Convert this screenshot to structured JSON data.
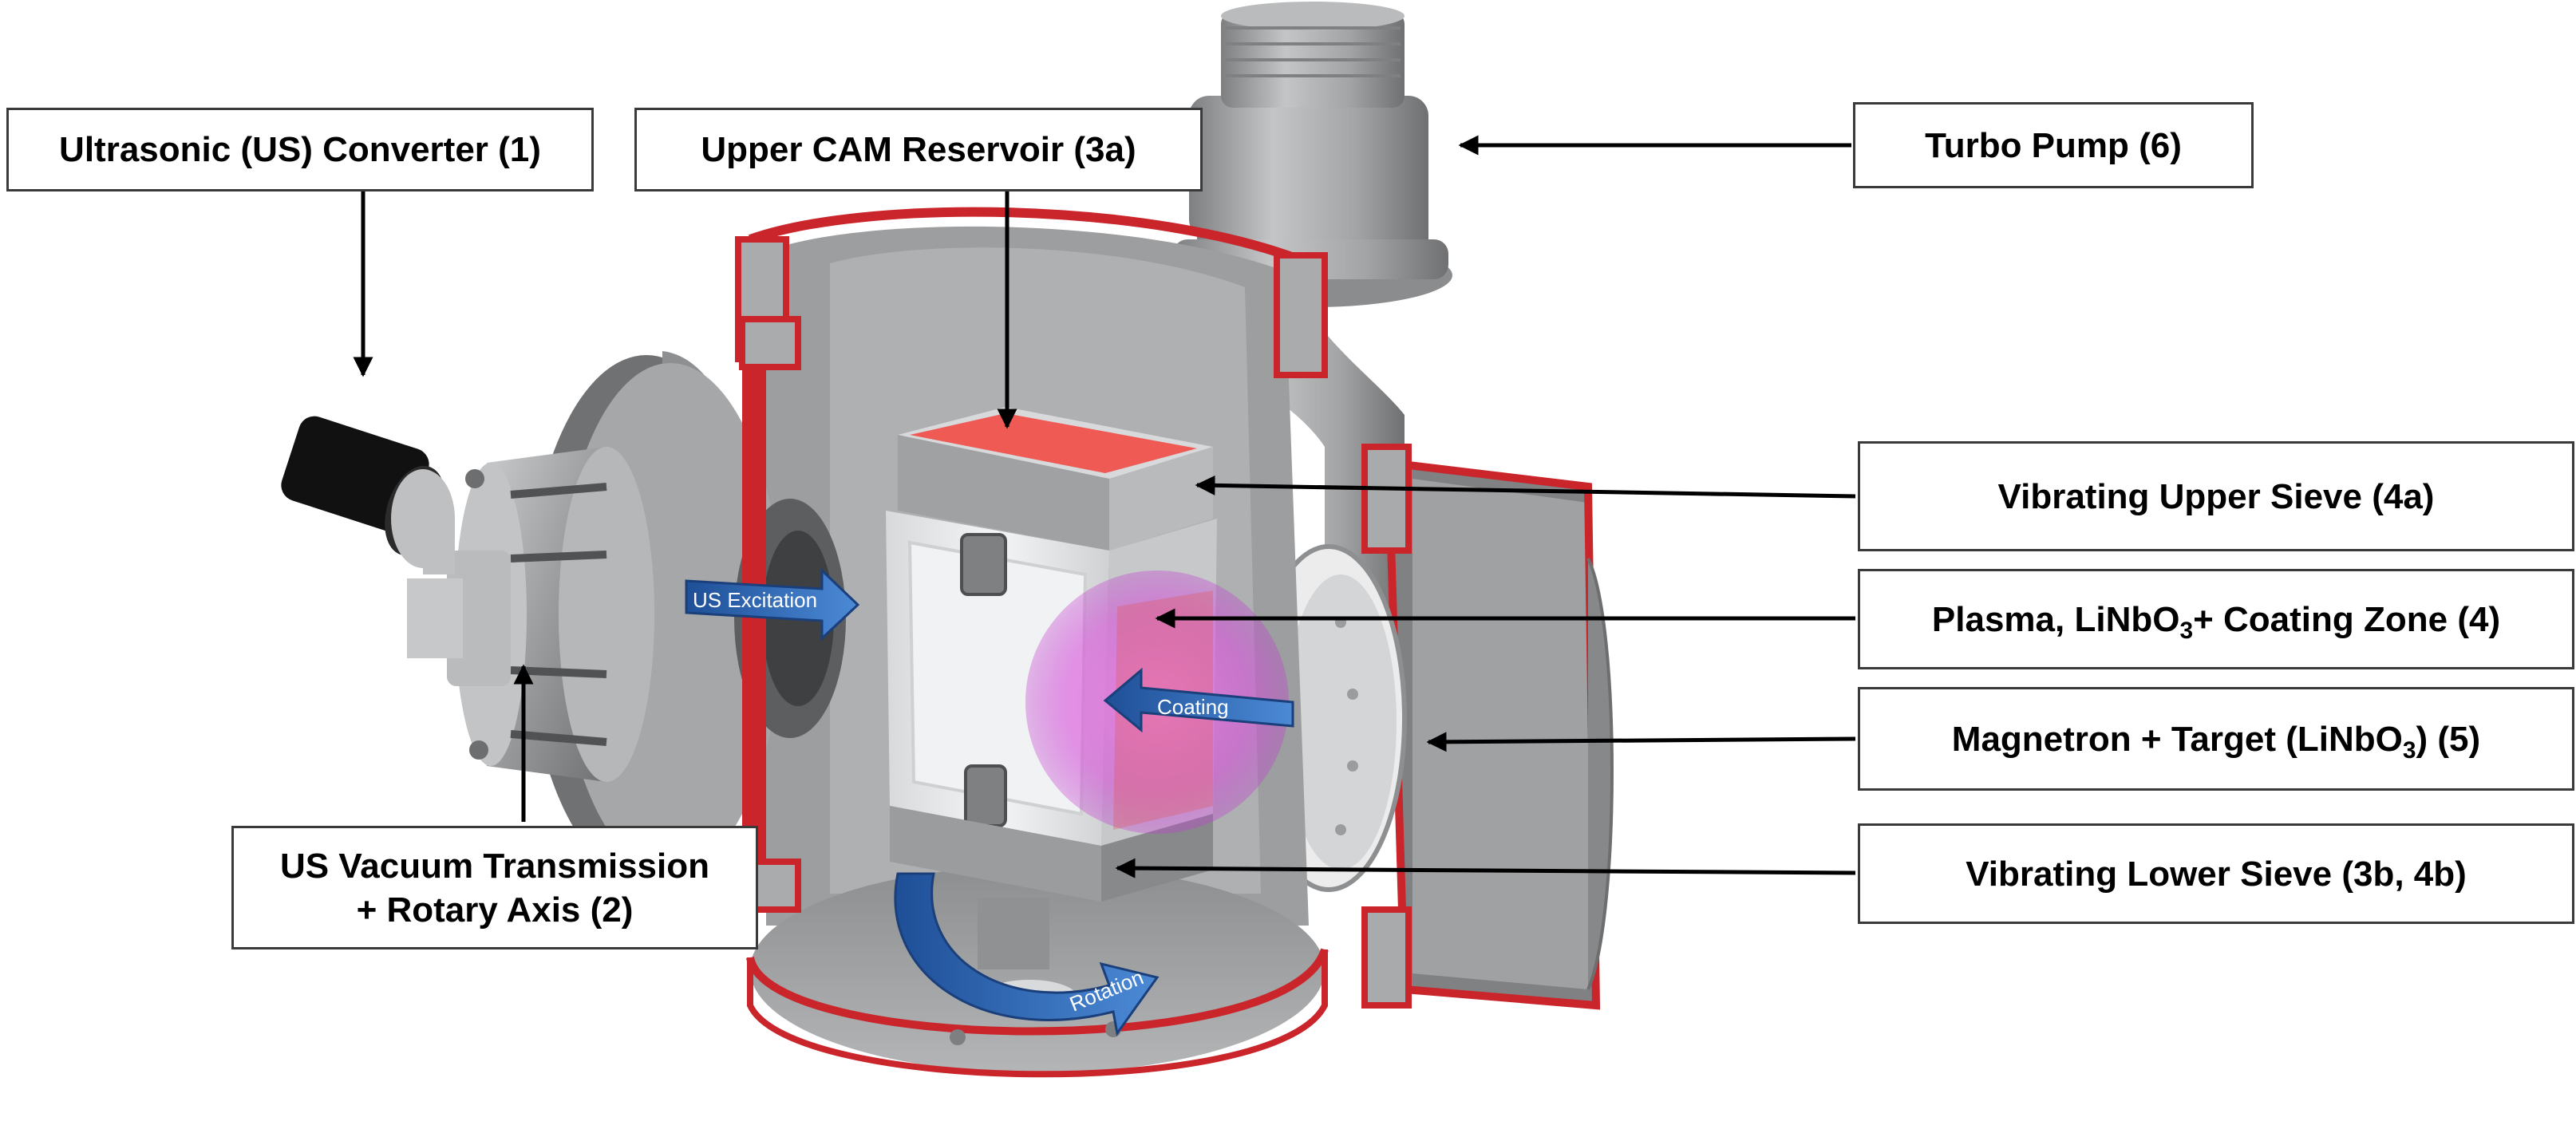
{
  "labels": {
    "us_converter": "Ultrasonic (US) Converter (1)",
    "upper_reservoir": "Upper CAM Reservoir (3a)",
    "turbo_pump": "Turbo Pump (6)",
    "upper_sieve": "Vibrating Upper Sieve (4a)",
    "plasma_zone": {
      "prefix": "Plasma, LiNbO",
      "sub": "3",
      "suffix": "+ Coating Zone (4)"
    },
    "magnetron": {
      "prefix": "Magnetron + Target (LiNbO",
      "sub": "3",
      "suffix": ") (5)"
    },
    "lower_sieve": "Vibrating Lower Sieve (3b, 4b)",
    "transmission": {
      "line1": "US Vacuum Transmission",
      "line2": "+ Rotary Axis (2)"
    }
  },
  "arrows": {
    "excitation": "US Excitation",
    "coating": "Coating",
    "rotation": "Rotation"
  },
  "colors": {
    "chamber": "#9a9c9e",
    "cut_edge": "#c9252b",
    "box_border": "#3a3a3a",
    "flow_arrow": "#2f66b3",
    "plasma": "#d64fd9",
    "reservoir": "#ef5a55"
  }
}
